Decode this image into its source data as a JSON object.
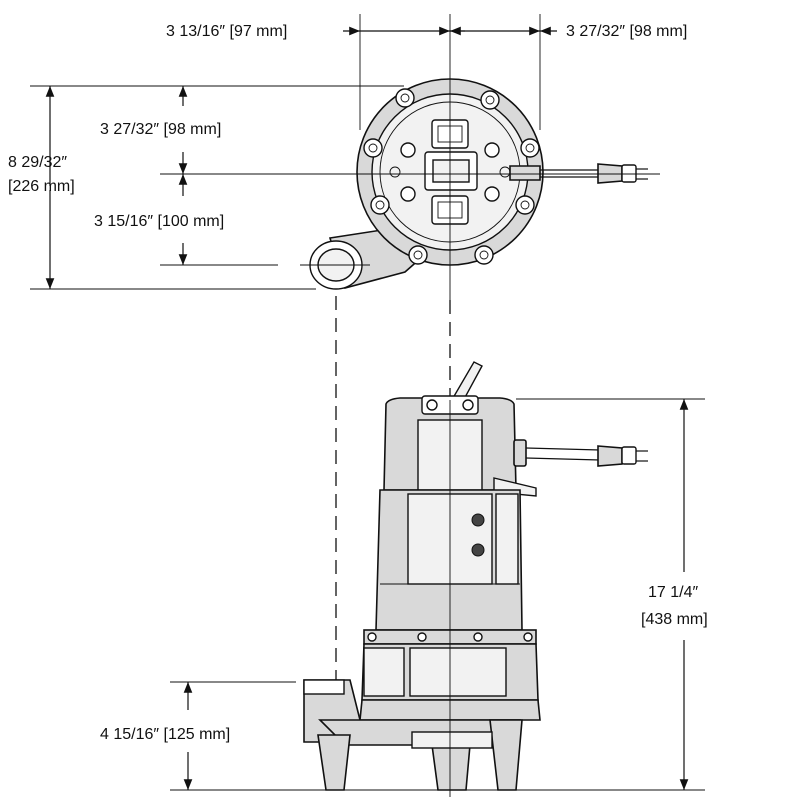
{
  "dimensions": {
    "top_left_width": "3 13/16″ [97 mm]",
    "top_right_width": "3 27/32″ [98 mm]",
    "overall_depth_in": "8 29/32″",
    "overall_depth_mm": "[226 mm]",
    "upper_depth": "3 27/32″ [98 mm]",
    "lower_depth": "3 15/16″ [100 mm]",
    "height_in": "17 1/4″",
    "height_mm": "[438 mm]",
    "discharge_height": "4 15/16″ [125 mm]"
  }
}
